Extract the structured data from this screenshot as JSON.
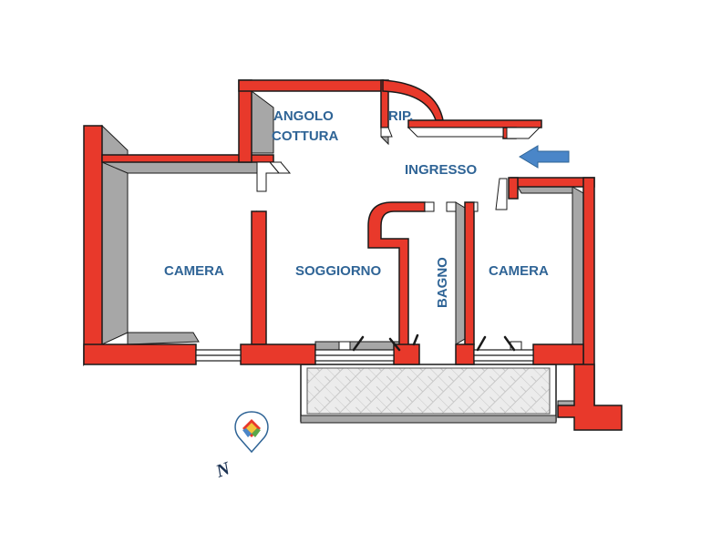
{
  "plan": {
    "rooms": {
      "angolo_line1": "ANGOLO",
      "angolo_line2": "COTTURA",
      "ripostiglio": "RIP.",
      "ingresso": "INGRESSO",
      "camera_left": "CAMERA",
      "soggiorno": "SOGGIORNO",
      "bagno": "BAGNO",
      "camera_right": "CAMERA"
    },
    "compass": {
      "north_letter": "N"
    },
    "colors": {
      "wall": "#e8392b",
      "wall_outline": "#1a1a1a",
      "shadow": "#a7a7a7",
      "label": "#2f6496",
      "entry_arrow": "#4a86c8",
      "terrace_fill": "#ececec"
    }
  }
}
